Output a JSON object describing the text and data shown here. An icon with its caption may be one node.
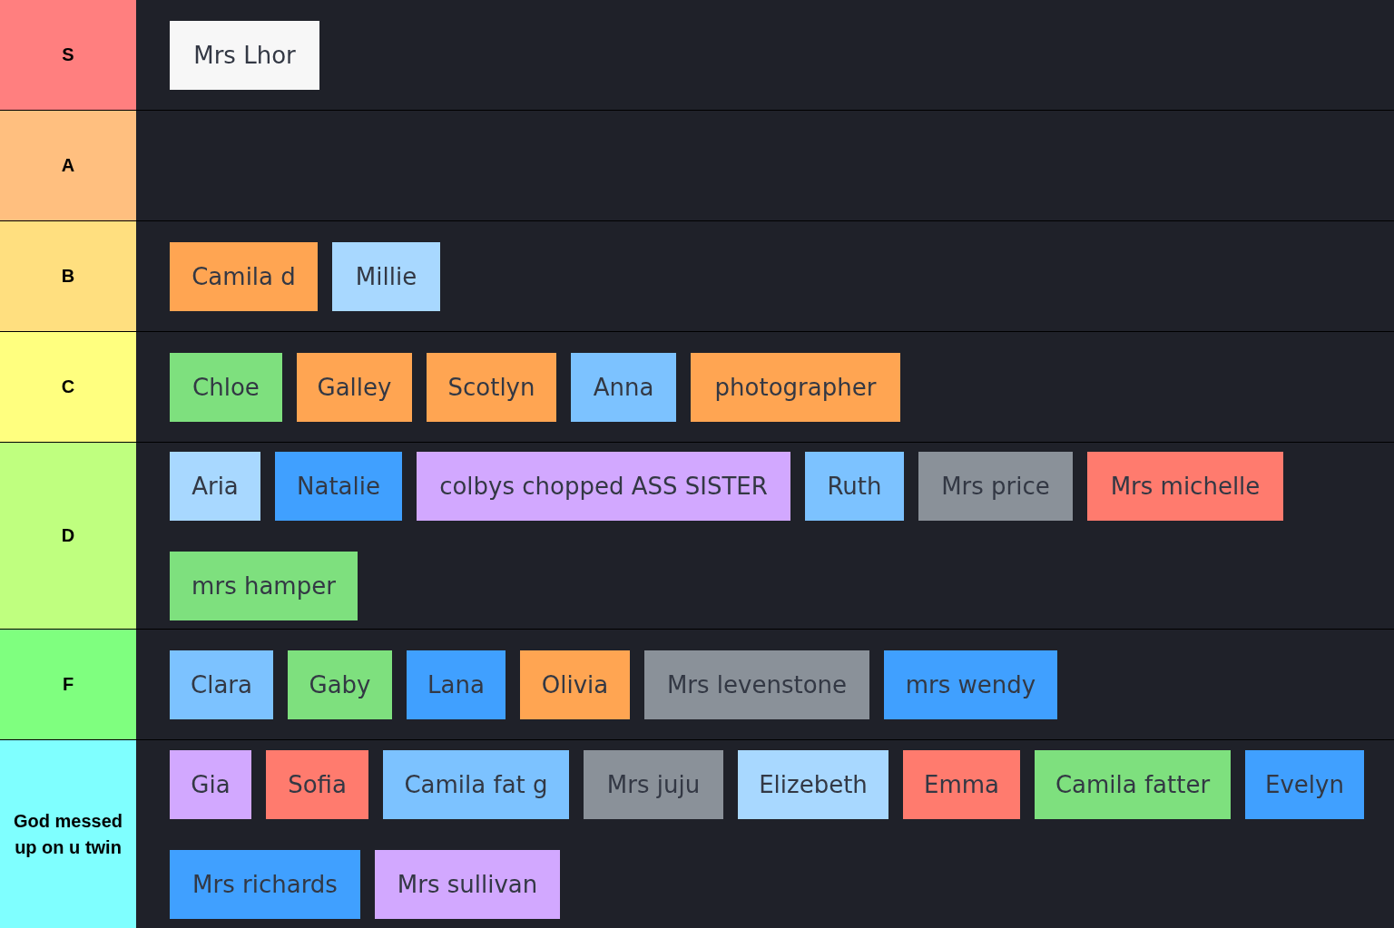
{
  "diagram": {
    "nodes": [
      {
        "text": [
          "S"
        ]
      },
      {
        "text": [
          "Mrs Lhor"
        ],
        "in": 0
      },
      {
        "text": [
          "A"
        ]
      },
      {
        "text": [
          "B"
        ]
      },
      {
        "text": [
          "Camila d"
        ],
        "in": 3
      },
      {
        "text": [
          "Millie"
        ],
        "in": 3
      },
      {
        "text": [
          "C"
        ]
      },
      {
        "text": [
          "Chloe"
        ],
        "in": 6
      },
      {
        "text": [
          "Galley"
        ],
        "in": 6
      },
      {
        "text": [
          "Scotlyn"
        ],
        "in": 6
      },
      {
        "text": [
          "Anna"
        ],
        "in": 6
      },
      {
        "text": [
          "photographer"
        ],
        "in": 6
      },
      {
        "text": [
          "D"
        ]
      },
      {
        "text": [
          "Aria"
        ],
        "in": 12
      },
      {
        "text": [
          "Natalie"
        ],
        "in": 12
      },
      {
        "text": [
          "colbys chopped ASS SISTER"
        ],
        "in": 12
      },
      {
        "text": [
          "Ruth"
        ],
        "in": 12
      },
      {
        "text": [
          "Mrs price"
        ],
        "in": 12
      },
      {
        "text": [
          "Mrs michelle"
        ],
        "in": 12
      },
      {
        "text": [
          "mrs hamper"
        ],
        "in": 12
      },
      {
        "text": [
          "F"
        ]
      },
      {
        "text": [
          "Clara"
        ],
        "in": 20
      },
      {
        "text": [
          "Gaby"
        ],
        "in": 20
      },
      {
        "text": [
          "Lana"
        ],
        "in": 20
      },
      {
        "text": [
          "Olivia"
        ],
        "in": 20
      },
      {
        "text": [
          "Mrs levenstone"
        ],
        "in": 20
      },
      {
        "text": [
          "mrs wendy"
        ],
        "in": 20
      },
      {
        "text": [
          "God messed up on u twin"
        ]
      },
      {
        "text": [
          "Gia"
        ],
        "in": 27
      },
      {
        "text": [
          "Sofia"
        ],
        "in": 27
      },
      {
        "text": [
          "Camila fat g"
        ],
        "in": 27
      },
      {
        "text": [
          "Mrs juju"
        ],
        "in": 27
      },
      {
        "text": [
          "Elizebeth"
        ],
        "in": 27
      },
      {
        "text": [
          "Emma"
        ],
        "in": 27
      },
      {
        "text": [
          "Camila fatter"
        ],
        "in": 27
      },
      {
        "text": [
          "Evelyn"
        ],
        "in": 27
      },
      {
        "text": [
          "Mrs richards"
        ],
        "in": 27
      },
      {
        "text": [
          "Mrs sullivan"
        ],
        "in": 27
      }
    ]
  }
}
